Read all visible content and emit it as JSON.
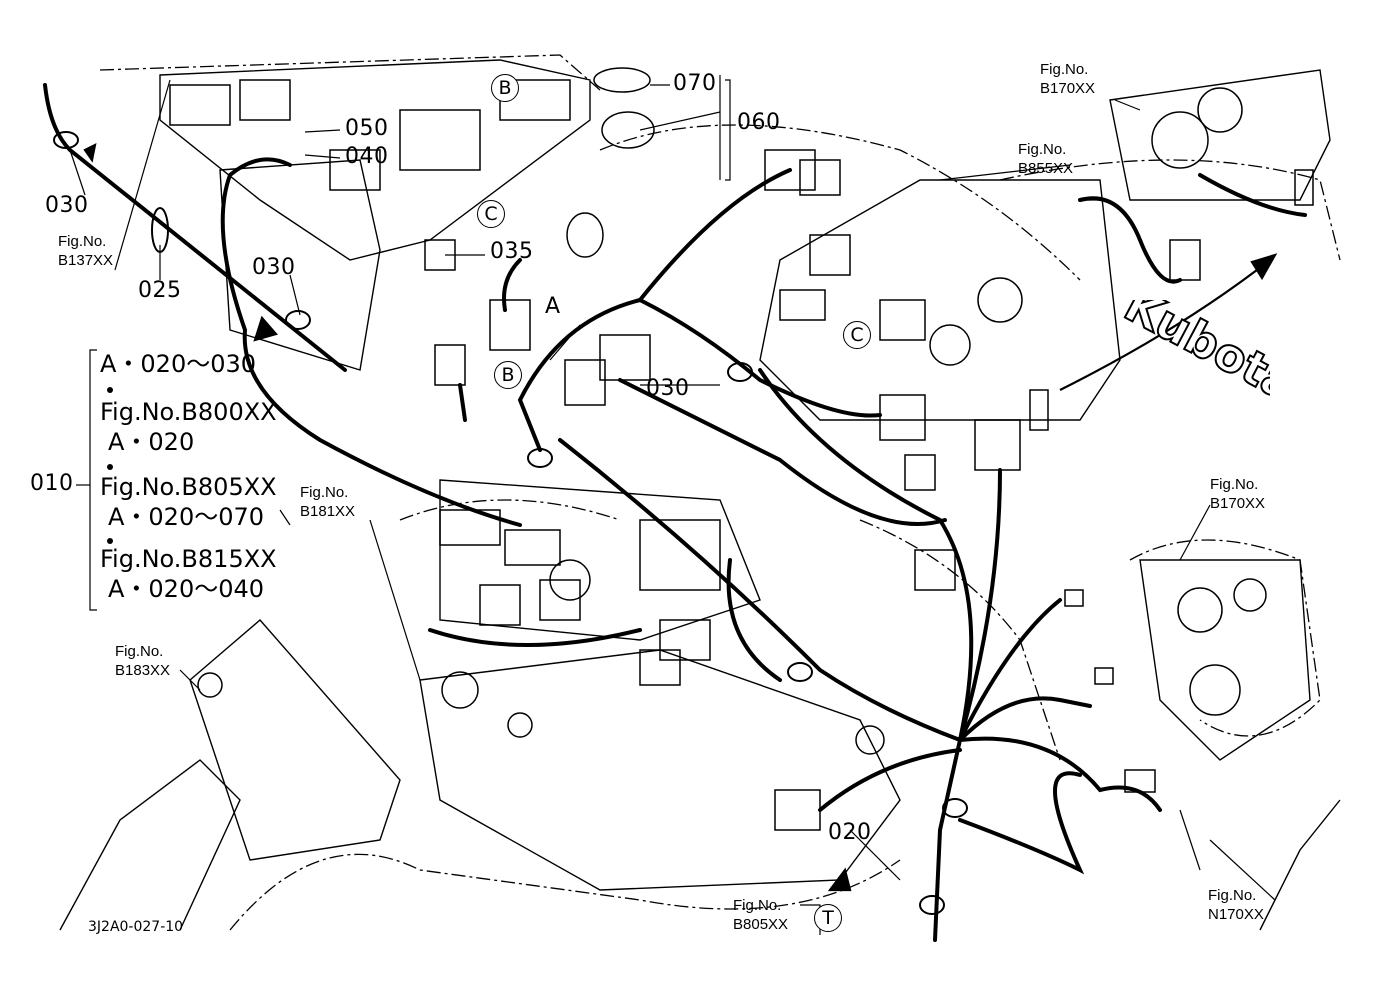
{
  "callouts": {
    "p030_top": "030",
    "p030_mid": "030",
    "p030_center": "030",
    "p025": "025",
    "p050": "050",
    "p040": "040",
    "p070": "070",
    "p060": "060",
    "p035": "035",
    "p020": "020",
    "p010": "010",
    "label_A": "A"
  },
  "fig_refs": {
    "b137": "Fig.No.\nB137XX",
    "b170_top": "Fig.No.\nB170XX",
    "b855": "Fig.No.\nB855XX",
    "b181": "Fig.No.\nB181XX",
    "b183": "Fig.No.\nB183XX",
    "b170_right": "Fig.No.\nB170XX",
    "b805": "Fig.No.\nB805XX",
    "n170": "Fig.No.\nN170XX"
  },
  "circles": {
    "B_top": "B",
    "C_top": "C",
    "B_mid": "B",
    "C_mid": "C",
    "T": "T"
  },
  "legend": {
    "line1": "A・020～030",
    "line2": "Fig.No.B800XX",
    "line3": "A・020",
    "line4": "Fig.No.B805XX",
    "line5": "A・020～070",
    "line6": "Fig.No.B815XX",
    "line7": "A・020～040"
  },
  "brand": "Kubota",
  "drawing_code": "3J2A0-027-10"
}
